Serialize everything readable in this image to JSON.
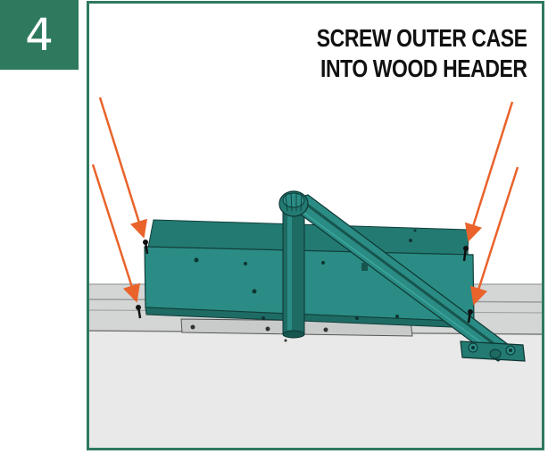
{
  "step": {
    "number": "4"
  },
  "title": {
    "line1": "SCREW OUTER CASE",
    "line2": "INTO WOOD HEADER"
  },
  "colors": {
    "badge": "#2f7a5f",
    "frame": "#2f7a5f",
    "case": "#2a8c84",
    "case_dark": "#1e6b64",
    "case_top": "#237a72",
    "arrow": "#e9632b",
    "wall": "#e9e9e9",
    "header": "#d4d6d6"
  },
  "icons": {
    "arrow": "arrow-icon",
    "screw": "screw-icon"
  }
}
